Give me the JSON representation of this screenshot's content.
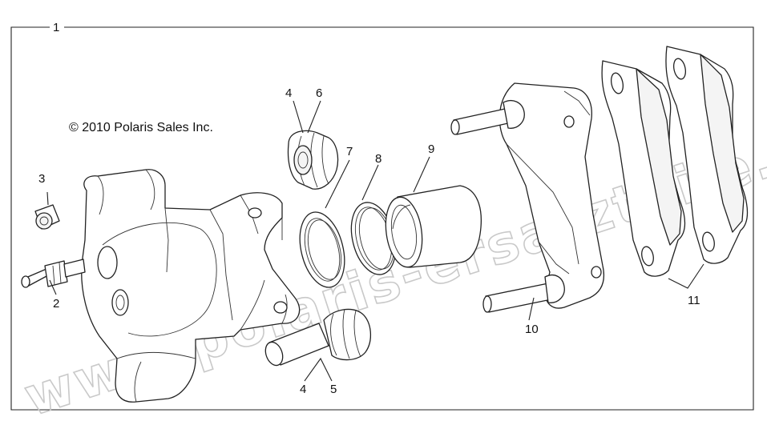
{
  "diagram": {
    "copyright": "© 2010 Polaris Sales Inc.",
    "watermark": "www.polaris-ersatzteile.de",
    "callouts": [
      {
        "id": "frame",
        "label": "1"
      },
      {
        "id": "bleeder-valve",
        "label": "2"
      },
      {
        "id": "bleeder-cap",
        "label": "3"
      },
      {
        "id": "upper-boot-a",
        "label": "4"
      },
      {
        "id": "upper-boot-b",
        "label": "6"
      },
      {
        "id": "seal-7",
        "label": "7"
      },
      {
        "id": "seal-8",
        "label": "8"
      },
      {
        "id": "piston",
        "label": "9"
      },
      {
        "id": "bracket",
        "label": "10"
      },
      {
        "id": "pads",
        "label": "11"
      },
      {
        "id": "lower-boot-a",
        "label": "4"
      },
      {
        "id": "lower-boot-b",
        "label": "5"
      }
    ]
  }
}
